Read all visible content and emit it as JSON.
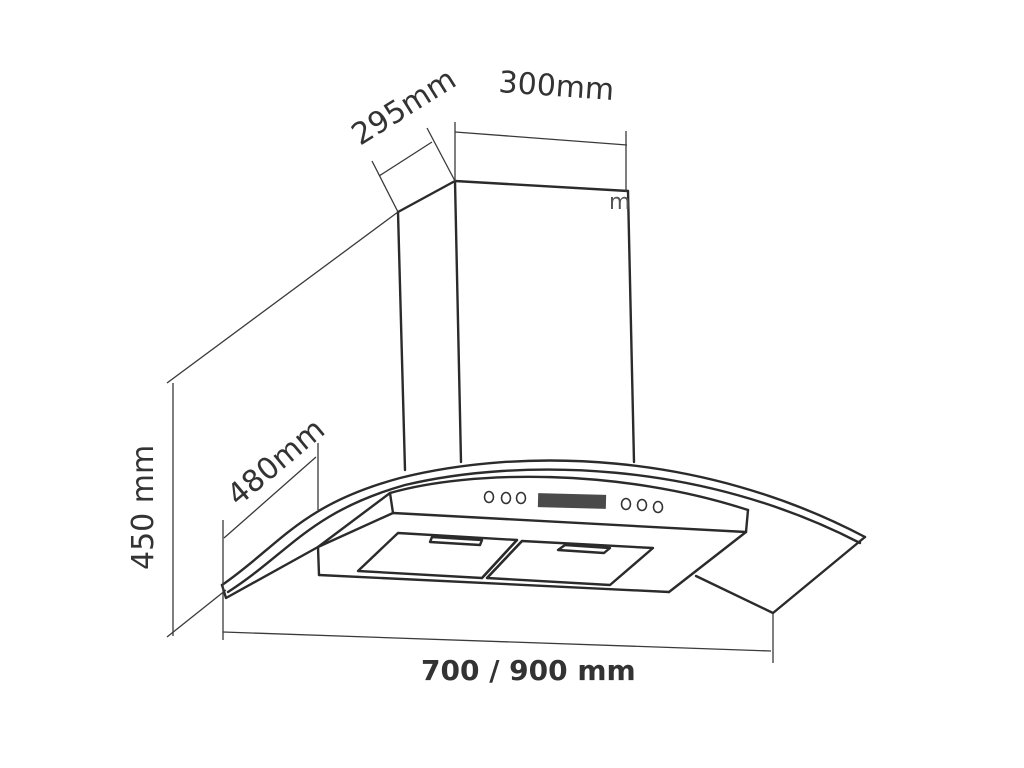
{
  "diagram": {
    "subject": "wall-mounted curved glass range hood",
    "dimensions": {
      "chimney_depth": "295mm",
      "chimney_width": "300mm",
      "hood_height": "450 mm",
      "canopy_depth": "480mm",
      "hood_width": "700 / 900 mm"
    },
    "stray_label": "m",
    "control_panel": {
      "left_buttons": 3,
      "right_buttons": 3,
      "display": "dark-display"
    },
    "colors": {
      "line": "#2b2b2b",
      "text": "#333333",
      "display": "#4a4a4a",
      "background": "#ffffff"
    }
  }
}
